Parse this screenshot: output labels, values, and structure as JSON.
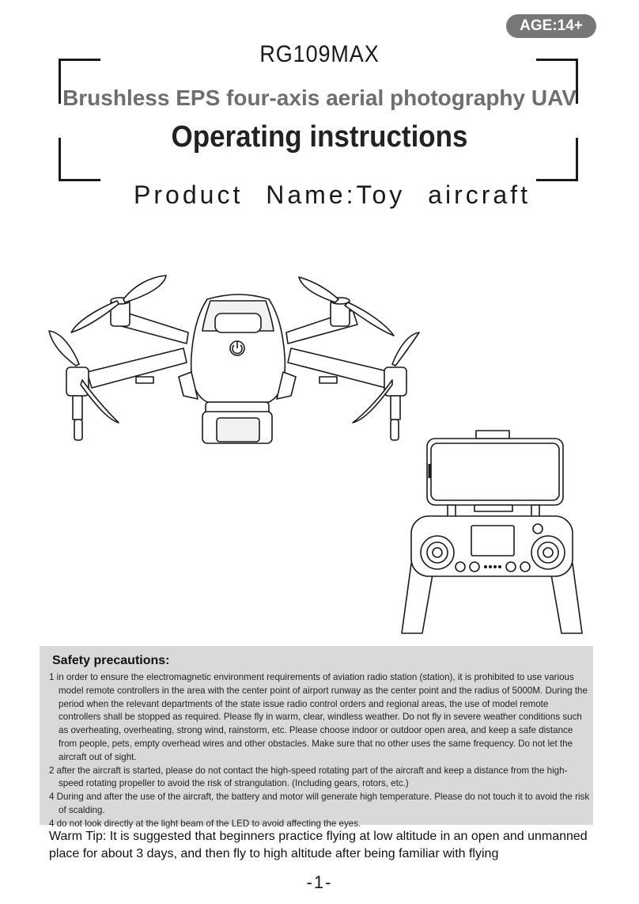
{
  "age_badge": "AGE:14+",
  "header": {
    "model": "RG109MAX",
    "subtitle": "Brushless EPS four-axis aerial photography UAV",
    "title": "Operating instructions",
    "product_name": "Product Name:Toy aircraft"
  },
  "illustrations": {
    "drone": "drone-illustration",
    "controller": "remote-controller-illustration"
  },
  "safety": {
    "title": "Safety precautions:",
    "items": [
      "1 in order to ensure the electromagnetic environment requirements of aviation radio station (station), it is prohibited to use various model remote controllers in the area with the center point of airport runway as the center point and the radius of 5000M. During the period when the relevant departments of the state issue radio control orders and regional areas, the use of model remote controllers shall be stopped as required. Please fly in warm, clear, windless weather. Do not fly in severe weather conditions such as overheating, overheating, strong wind, rainstorm, etc. Please choose indoor or outdoor open area, and keep a safe distance from people, pets, empty overhead wires and other obstacles. Make sure that no other uses the same frequency. Do not let the aircraft out of sight.",
      "2 after the aircraft is started, please do not contact the high-speed rotating part of the aircraft and keep a distance from the high-speed rotating propeller to avoid the risk of strangulation. (Including gears, rotors, etc.)",
      "4 During and after the use of the aircraft, the battery and motor will generate high temperature. Please do not touch it to avoid the risk of scalding.",
      "4 do not look directly at the light beam of the LED to avoid affecting the eyes."
    ]
  },
  "warm_tip": "Warm Tip: It is suggested that beginners practice flying at low altitude in an open and unmanned place for about 3 days, and then fly to high altitude after being familiar with flying",
  "page_number": "-1-"
}
